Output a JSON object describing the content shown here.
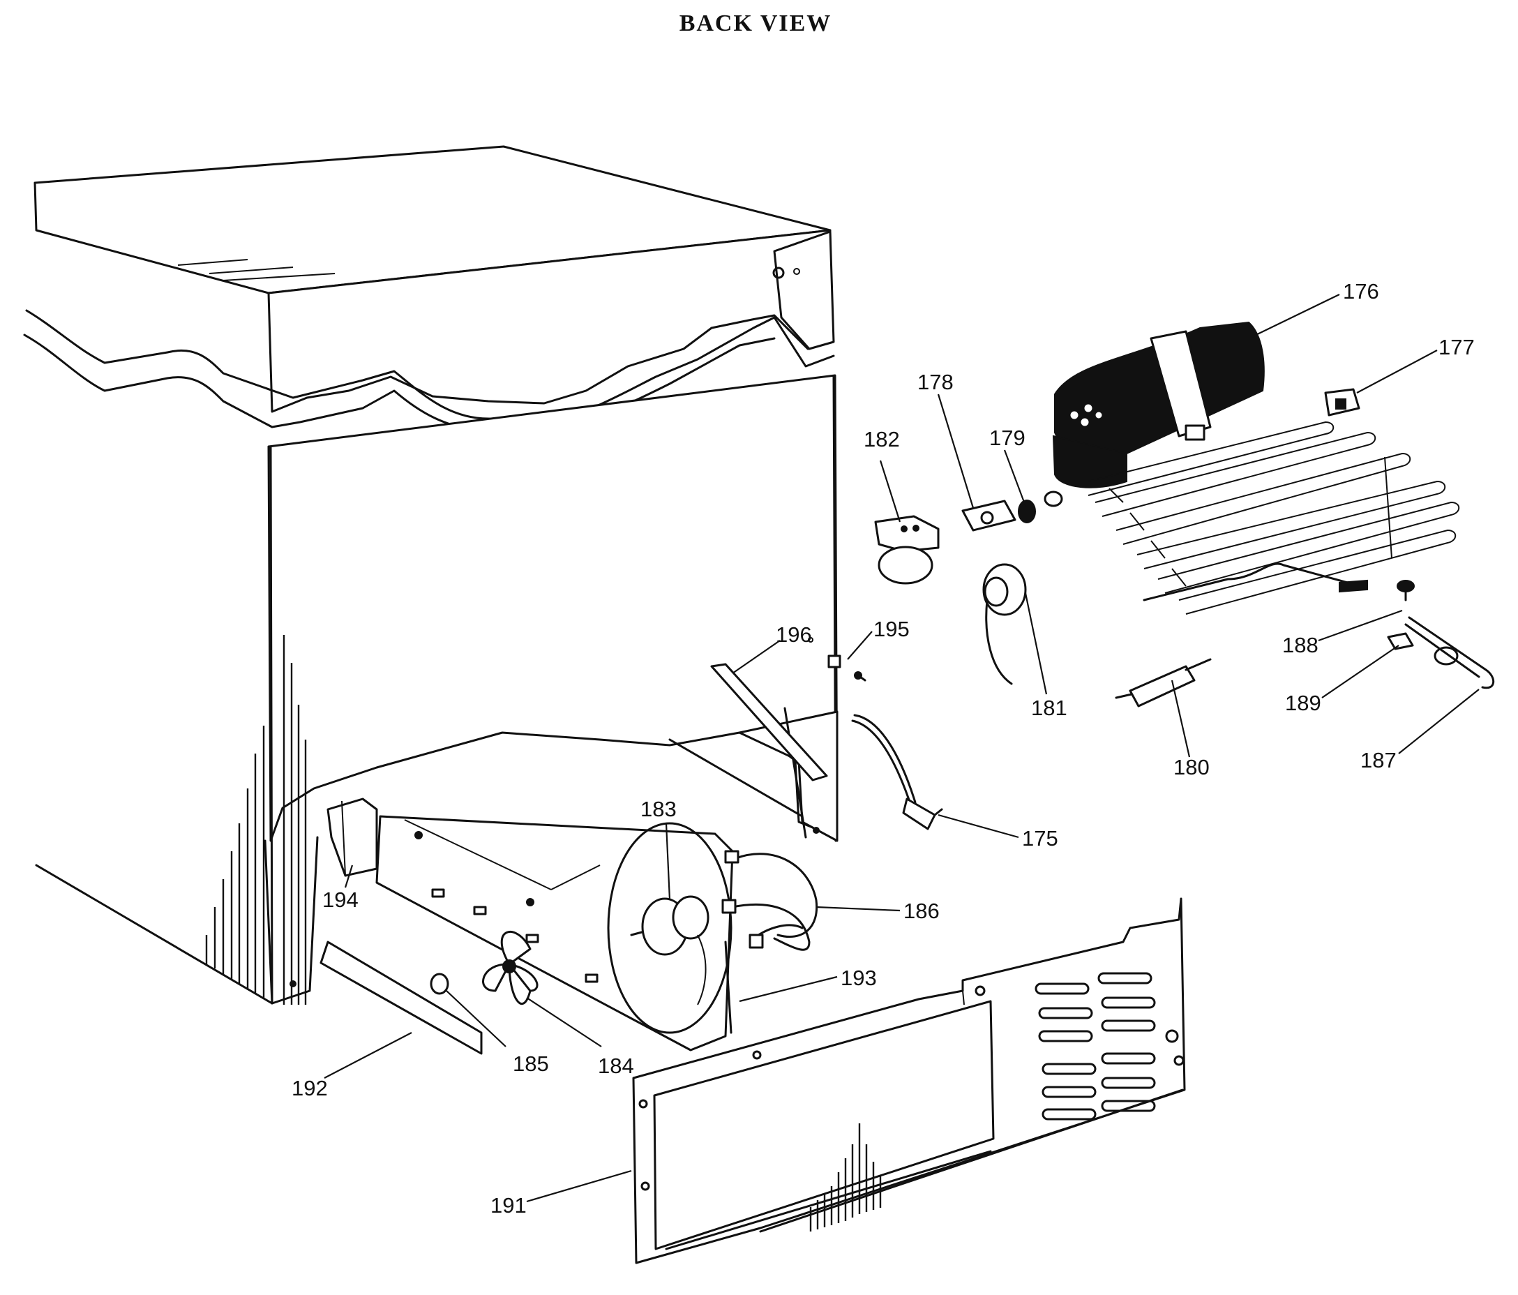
{
  "title": "BACK VIEW",
  "callouts": [
    {
      "label": "176"
    },
    {
      "label": "177"
    },
    {
      "label": "178"
    },
    {
      "label": "179"
    },
    {
      "label": "182"
    },
    {
      "label": "196"
    },
    {
      "label": "195"
    },
    {
      "label": "181"
    },
    {
      "label": "188"
    },
    {
      "label": "189"
    },
    {
      "label": "187"
    },
    {
      "label": "180"
    },
    {
      "label": "175"
    },
    {
      "label": "183"
    },
    {
      "label": "186"
    },
    {
      "label": "193"
    },
    {
      "label": "194"
    },
    {
      "label": "185"
    },
    {
      "label": "184"
    },
    {
      "label": "192"
    },
    {
      "label": "191"
    }
  ]
}
